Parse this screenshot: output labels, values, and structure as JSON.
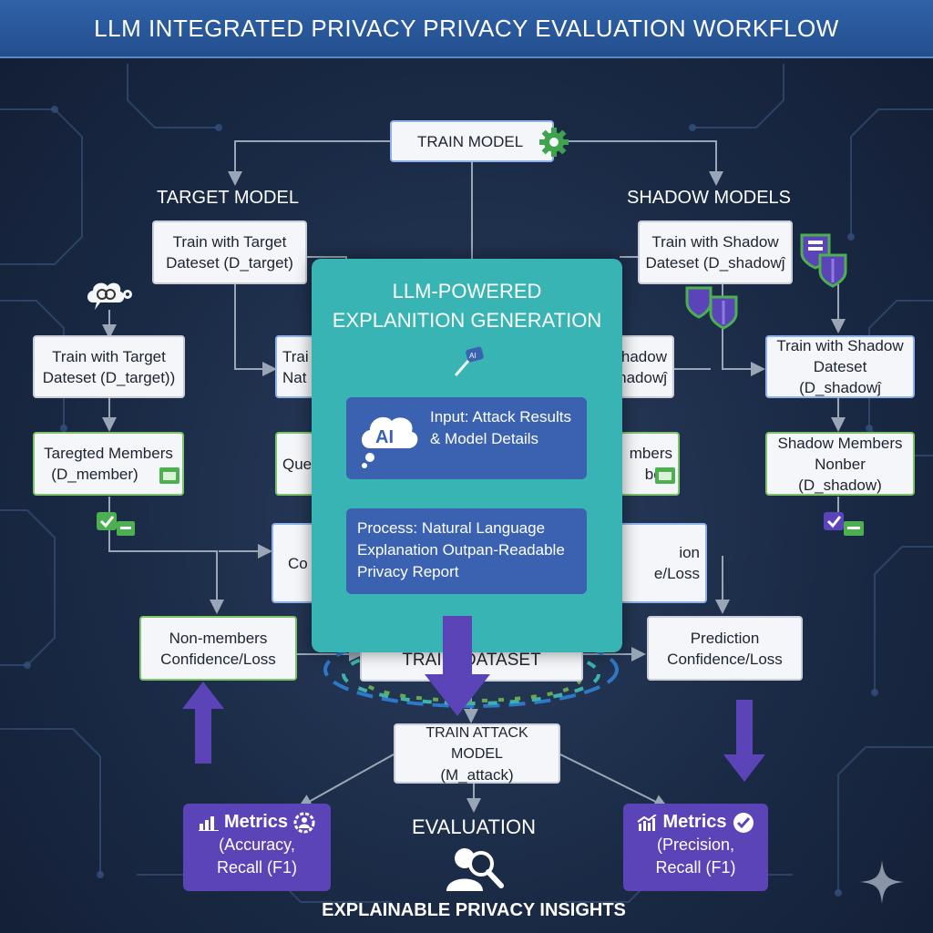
{
  "header": {
    "title": "LLM INTEGRATED PRIVACY PRIVACY EVALUATION WORKFLOW"
  },
  "train_model": {
    "label": "TRAIN MODEL"
  },
  "target_section": {
    "title": "TARGET MODEL",
    "train_top": [
      "Train with Target",
      "Dateset (D_target)"
    ],
    "train_mid": [
      "Train with Target",
      "Dateset (D_target))"
    ],
    "members": [
      "Taregted Members",
      "(D_member)"
    ],
    "nonmembers": [
      "Non-members",
      "Confidence/Loss"
    ],
    "partial_train": [
      "Trai",
      "Nat"
    ],
    "partial_query": "Que",
    "partial_conf": "Co"
  },
  "shadow_section": {
    "title": "SHADOW MODELS",
    "train_top": [
      "Train with Shadow",
      "Dateset (D_shadowĵ"
    ],
    "train_mid": [
      "Train with Shadow",
      "Dateset (D_shadowĵ"
    ],
    "members": [
      "Shadow Members",
      "Nonber (D_shadow)"
    ],
    "prediction": [
      "Prediction",
      "Confidence/Loss"
    ],
    "partial_train": [
      "Shadow",
      "hadowĵ"
    ],
    "partial_members": [
      "mbers",
      "ber)"
    ],
    "partial_conf": [
      "ion",
      "e/Loss"
    ]
  },
  "llm_panel": {
    "title_line1": "LLM-POWERED",
    "title_line2": "EXPLANITION GENERATION",
    "ai_badge": "AI",
    "input_text": [
      "Input: Attack Results",
      "& Model Details"
    ],
    "process_text": [
      "Process: Natural Language",
      "Explanation Outpan-Readable",
      "Privacy Report"
    ]
  },
  "training_dataset": {
    "label": "TRAINI  DATASET"
  },
  "attack_model": {
    "label": [
      "TRAIN ATTACK MODEL",
      "(M_attack)"
    ]
  },
  "evaluation": {
    "title": "EVALUATION"
  },
  "metrics_left": {
    "title": "Metrics",
    "lines": [
      "(Accuracy,",
      "Recall (F1)"
    ]
  },
  "metrics_right": {
    "title": "Metrics",
    "lines": [
      "(Precision,",
      "Recall (F1)"
    ]
  },
  "footer": {
    "title": "EXPLAINABLE PRIVACY INSIGHTS"
  },
  "colors": {
    "accent_teal": "#39b4b4",
    "accent_purple": "#5b44b8",
    "inner_blue": "#3a62b0",
    "green": "#4caf50"
  }
}
